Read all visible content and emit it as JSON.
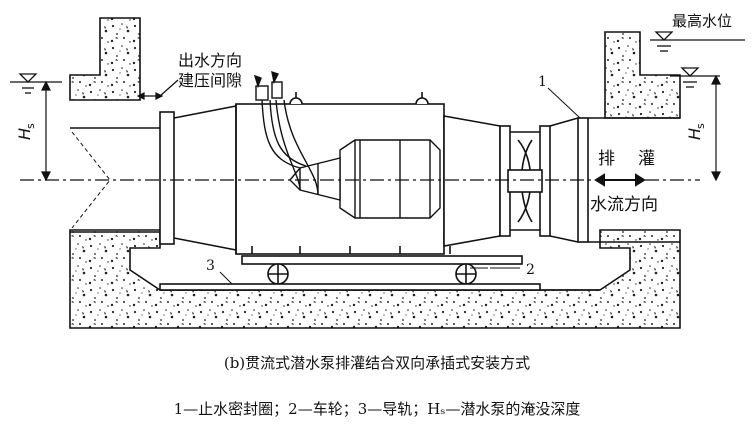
{
  "labels": {
    "outlet_direction": "出水方向",
    "gap": "建压间隙",
    "max_water_level": "最高水位",
    "drain": "排",
    "irrigate": "灌",
    "flow_direction": "水流方向",
    "hs_left": "H",
    "hs_left_sub": "s",
    "hs_right": "H",
    "hs_right_sub": "s",
    "callout_1": "1",
    "callout_2": "2",
    "callout_3": "3"
  },
  "caption": {
    "title": "(b)贯流式潜水泵排灌结合双向承插式安装方式",
    "legend": "1—止水密封圈；2—车轮；3—导轨；Hₛ—潜水泵的淹没深度"
  }
}
